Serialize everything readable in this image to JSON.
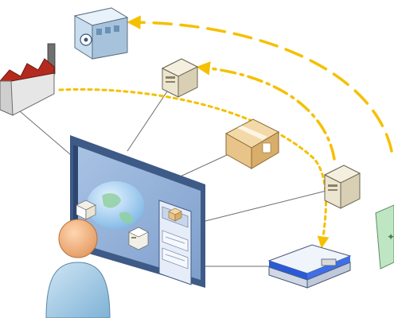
{
  "diagram": {
    "palette": {
      "background": "#ffffff",
      "connector_line": "#6e6e6e",
      "flow_arrow": "#f5c000",
      "screen_frame": "#3e5a86",
      "screen_panel": "#8fb0d8",
      "box_cardboard": "#e8c48a",
      "server_beige": "#e9e1c8",
      "factory_roof": "#b52a1e",
      "person_head": "#f3b889",
      "person_body": "#a8cde6",
      "tray_blue": "#2a5bd7",
      "pallet_green": "#a3d8a8"
    },
    "nodes": [
      {
        "id": "warehouse",
        "icon": "warehouse-building-icon"
      },
      {
        "id": "factory",
        "icon": "factory-icon"
      },
      {
        "id": "server-top",
        "icon": "server-icon"
      },
      {
        "id": "package",
        "icon": "cardboard-box-icon"
      },
      {
        "id": "server-right",
        "icon": "server-icon"
      },
      {
        "id": "pallet",
        "icon": "pallet-icon"
      },
      {
        "id": "document-edge",
        "icon": "document-icon"
      },
      {
        "id": "monitor",
        "icon": "monitor-screen-icon"
      },
      {
        "id": "user",
        "icon": "user-person-icon"
      }
    ],
    "arrows": [
      {
        "from": "server-right",
        "to": "warehouse",
        "style": "long-dash"
      },
      {
        "from": "document-edge",
        "to": "server-top",
        "style": "dash-dot"
      },
      {
        "from": "factory",
        "to": "pallet",
        "style": "dotted"
      },
      {
        "from": "package",
        "to": "server-right",
        "style": "dotted"
      }
    ],
    "connections": [
      [
        "monitor",
        "factory"
      ],
      [
        "monitor",
        "server-top"
      ],
      [
        "monitor",
        "package"
      ],
      [
        "monitor",
        "server-right"
      ],
      [
        "monitor",
        "pallet"
      ]
    ]
  }
}
